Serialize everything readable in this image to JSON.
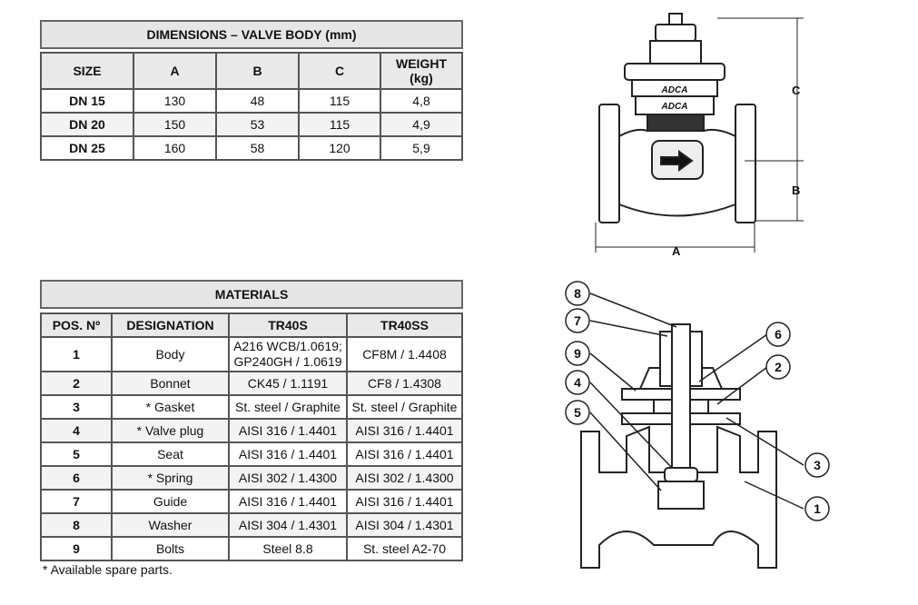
{
  "dimensions": {
    "title": "DIMENSIONS – VALVE BODY (mm)",
    "headers": [
      "SIZE",
      "A",
      "B",
      "C",
      "WEIGHT",
      "(kg)"
    ],
    "rows": [
      [
        "DN 15",
        "130",
        "48",
        "115",
        "4,8"
      ],
      [
        "DN 20",
        "150",
        "53",
        "115",
        "4,9"
      ],
      [
        "DN 25",
        "160",
        "58",
        "120",
        "5,9"
      ]
    ]
  },
  "materials": {
    "title": "MATERIALS",
    "headers": [
      "POS. Nº",
      "DESIGNATION",
      "TR40S",
      "TR40SS"
    ],
    "rows": [
      [
        "1",
        "Body",
        "A216 WCB/1.0619;",
        "GP240GH / 1.0619",
        "CF8M / 1.4408"
      ],
      [
        "2",
        "Bonnet",
        "CK45 / 1.1191",
        "CF8 / 1.4308"
      ],
      [
        "3",
        "* Gasket",
        "St. steel / Graphite",
        "St. steel / Graphite"
      ],
      [
        "4",
        "* Valve plug",
        "AISI 316 / 1.4401",
        "AISI 316 / 1.4401"
      ],
      [
        "5",
        "Seat",
        "AISI 316 / 1.4401",
        "AISI 316 / 1.4401"
      ],
      [
        "6",
        "* Spring",
        "AISI 302 / 1.4300",
        "AISI 302 / 1.4300"
      ],
      [
        "7",
        "Guide",
        "AISI 316 / 1.4401",
        "AISI 316 / 1.4401"
      ],
      [
        "8",
        "Washer",
        "AISI 304 / 1.4301",
        "AISI 304 / 1.4301"
      ],
      [
        "9",
        "Bolts",
        "Steel 8.8",
        "St. steel A2-70"
      ]
    ],
    "footnote": "* Available spare parts."
  },
  "drawing": {
    "dim_labels": [
      "A",
      "B",
      "C"
    ],
    "brand": "ADCA",
    "callouts": [
      "1",
      "2",
      "3",
      "4",
      "5",
      "6",
      "7",
      "8",
      "9"
    ]
  }
}
